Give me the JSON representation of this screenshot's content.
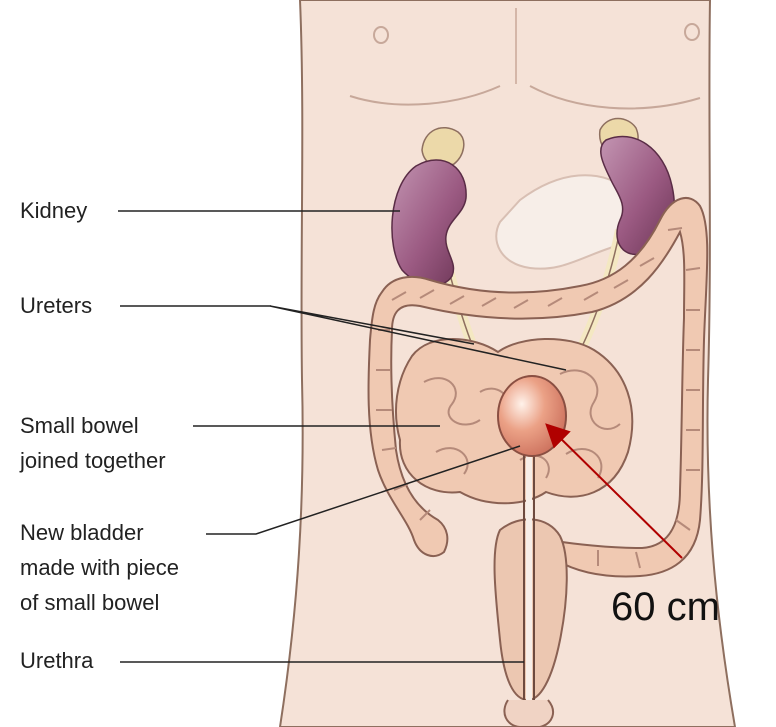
{
  "labels": {
    "kidney": "Kidney",
    "ureters": "Ureters",
    "small_bowel_line1": "Small bowel",
    "small_bowel_line2": "joined together",
    "new_bladder_line1": "New bladder",
    "new_bladder_line2": "made with piece",
    "new_bladder_line3": "of small bowel",
    "urethra": "Urethra"
  },
  "annotation": {
    "text": "60 cm"
  },
  "colors": {
    "skin": "#f5e2d7",
    "skin_outline": "#8e6f5f",
    "kidney": "#a56589",
    "kidney_dark": "#6b3555",
    "adrenal": "#ecd9a9",
    "bowel": "#f0c9b2",
    "bowel_outline": "#8a6153",
    "bladder": "#e89c83",
    "ureter": "#f4e8c2",
    "arrow": "#b00000",
    "line": "#222222"
  }
}
